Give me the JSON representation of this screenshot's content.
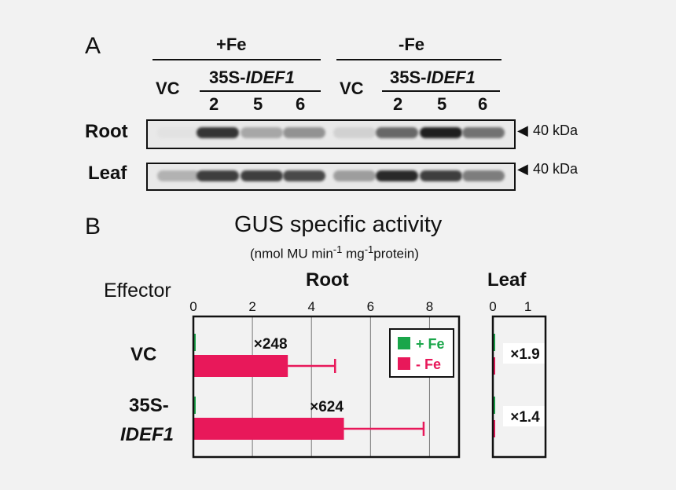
{
  "panel_a": {
    "letter": "A",
    "conditions": [
      "+Fe",
      "-Fe"
    ],
    "vc_label": "VC",
    "construct_prefix": "35S-",
    "construct_gene": "IDEF1",
    "lines": [
      "2",
      "5",
      "6"
    ],
    "rows": [
      {
        "label": "Root",
        "marker": "40 kDa",
        "intensities": [
          0.02,
          0.85,
          0.3,
          0.4,
          0.1,
          0.6,
          0.95,
          0.55
        ]
      },
      {
        "label": "Leaf",
        "marker": "40 kDa",
        "intensities": [
          0.25,
          0.8,
          0.8,
          0.75,
          0.35,
          0.9,
          0.8,
          0.5
        ]
      }
    ]
  },
  "panel_b": {
    "letter": "B",
    "title": "GUS specific activity",
    "units_prefix": "(nmol MU min",
    "units_exp1": "-1",
    "units_mid": " mg",
    "units_exp2": "-1",
    "units_suffix": "protein)",
    "effector_label": "Effector",
    "root_label": "Root",
    "leaf_label": "Leaf",
    "effectors": [
      {
        "line1": "VC",
        "line2": ""
      },
      {
        "line1": "35S-",
        "line2": "IDEF1"
      }
    ],
    "legend": {
      "plus_fe": "+ Fe",
      "minus_fe": "- Fe"
    },
    "colors": {
      "plus_fe": "#1aa64a",
      "minus_fe": "#e8185a"
    }
  },
  "chart_data": [
    {
      "type": "bar",
      "title": "Root",
      "orientation": "horizontal",
      "categories": [
        "VC",
        "35S-IDEF1"
      ],
      "xlim": [
        0,
        9
      ],
      "xticks": [
        0,
        2,
        4,
        6,
        8
      ],
      "grid": true,
      "legend_position": "top-right",
      "series": [
        {
          "name": "+ Fe",
          "values": [
            0.02,
            0.02
          ]
        },
        {
          "name": "- Fe",
          "values": [
            3.2,
            5.1
          ],
          "error": [
            1.6,
            2.7
          ]
        }
      ],
      "annotations": [
        "×248",
        "×624"
      ]
    },
    {
      "type": "bar",
      "title": "Leaf",
      "orientation": "horizontal",
      "categories": [
        "VC",
        "35S-IDEF1"
      ],
      "xlim": [
        0,
        1.5
      ],
      "xticks": [
        0,
        1
      ],
      "series": [
        {
          "name": "+ Fe",
          "values": [
            0.02,
            0.02
          ]
        },
        {
          "name": "- Fe",
          "values": [
            0.04,
            0.03
          ]
        }
      ],
      "annotations": [
        "×1.9",
        "×1.4"
      ]
    }
  ]
}
